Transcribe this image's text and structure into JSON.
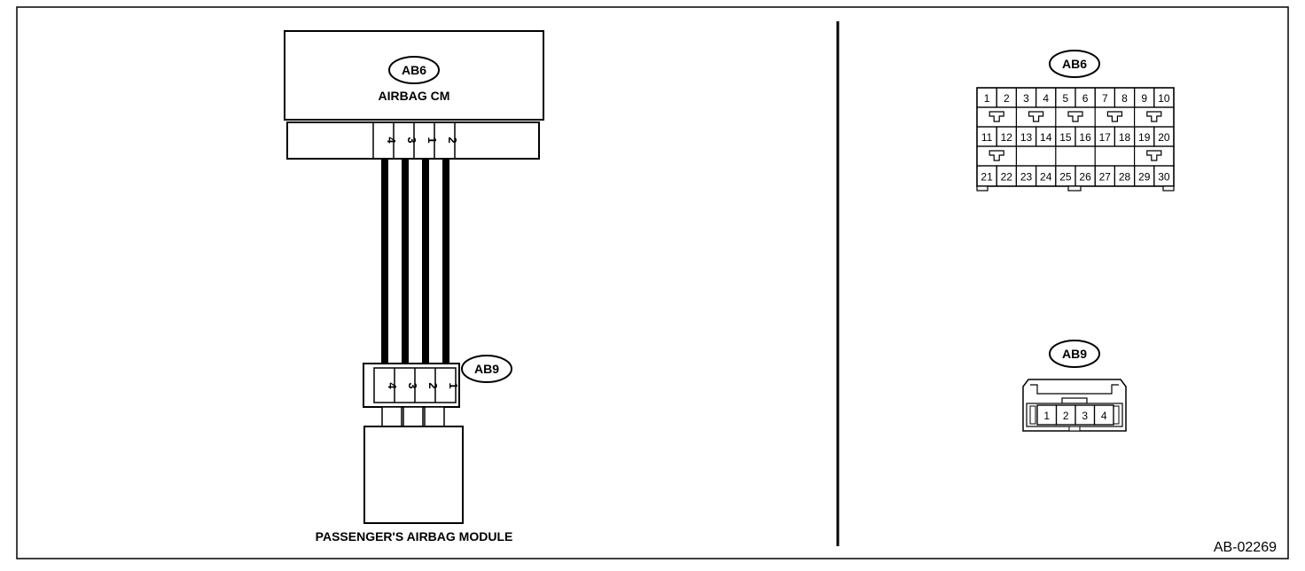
{
  "control_module": {
    "connector_id": "AB6",
    "name": "AIRBAG CM",
    "pins": [
      "4",
      "3",
      "1",
      "2"
    ]
  },
  "airbag_module": {
    "connector_id": "AB9",
    "name": "PASSENGER'S AIRBAG MODULE",
    "pins": [
      "4",
      "3",
      "2",
      "1"
    ]
  },
  "connector_views": {
    "ab6": {
      "id": "AB6",
      "row1": [
        "1",
        "2",
        "3",
        "4",
        "5",
        "6",
        "7",
        "8",
        "9",
        "10"
      ],
      "row2": [
        "11",
        "12",
        "13",
        "14",
        "15",
        "16",
        "17",
        "18",
        "19",
        "20"
      ],
      "row3": [
        "21",
        "22",
        "23",
        "24",
        "25",
        "26",
        "27",
        "28",
        "29",
        "30"
      ]
    },
    "ab9": {
      "id": "AB9",
      "pins": [
        "1",
        "2",
        "3",
        "4"
      ]
    }
  },
  "figure_code": "AB-02269",
  "colors": {
    "line": "#000000",
    "background": "#ffffff"
  }
}
